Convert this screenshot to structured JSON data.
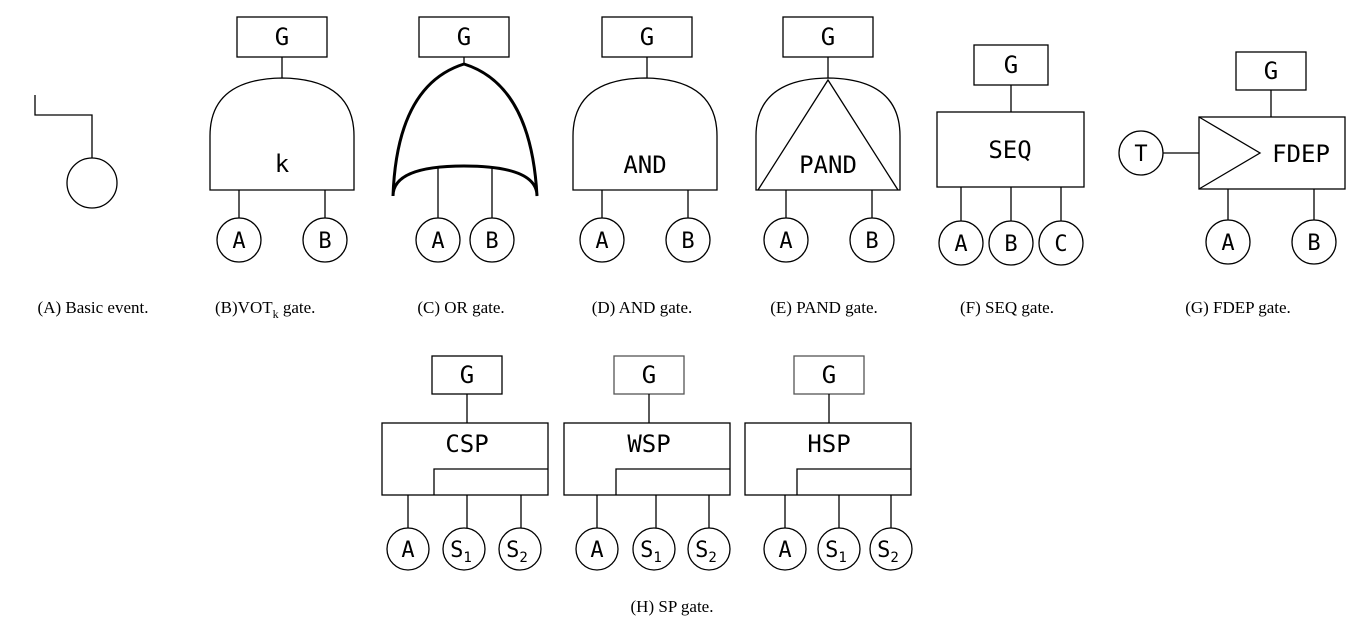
{
  "gates": {
    "basic": {
      "caption": "(A)  Basic event."
    },
    "vot": {
      "top": "G",
      "symbol": "k",
      "inputs": [
        "A",
        "B"
      ],
      "caption_prefix": "(B)VOT",
      "caption_sub": "k",
      "caption_suffix": " gate."
    },
    "or": {
      "top": "G",
      "inputs": [
        "A",
        "B"
      ],
      "caption": "(C)  OR gate."
    },
    "and": {
      "top": "G",
      "symbol": "AND",
      "inputs": [
        "A",
        "B"
      ],
      "caption": "(D)  AND gate."
    },
    "pand": {
      "top": "G",
      "symbol": "PAND",
      "inputs": [
        "A",
        "B"
      ],
      "caption": "(E)  PAND gate."
    },
    "seq": {
      "top": "G",
      "symbol": "SEQ",
      "inputs": [
        "A",
        "B",
        "C"
      ],
      "caption": "(F)  SEQ gate."
    },
    "fdep": {
      "top": "G",
      "symbol": "FDEP",
      "trigger": "T",
      "inputs": [
        "A",
        "B"
      ],
      "caption": "(G)  FDEP gate."
    },
    "sp": {
      "caption": "(H)  SP gate.",
      "items": [
        {
          "top": "G",
          "symbol": "CSP",
          "primary": "A",
          "spare_letter": "S",
          "spare1_sub": "1",
          "spare2_sub": "2"
        },
        {
          "top": "G",
          "symbol": "WSP",
          "primary": "A",
          "spare_letter": "S",
          "spare1_sub": "1",
          "spare2_sub": "2"
        },
        {
          "top": "G",
          "symbol": "HSP",
          "primary": "A",
          "spare_letter": "S",
          "spare1_sub": "1",
          "spare2_sub": "2"
        }
      ]
    }
  }
}
